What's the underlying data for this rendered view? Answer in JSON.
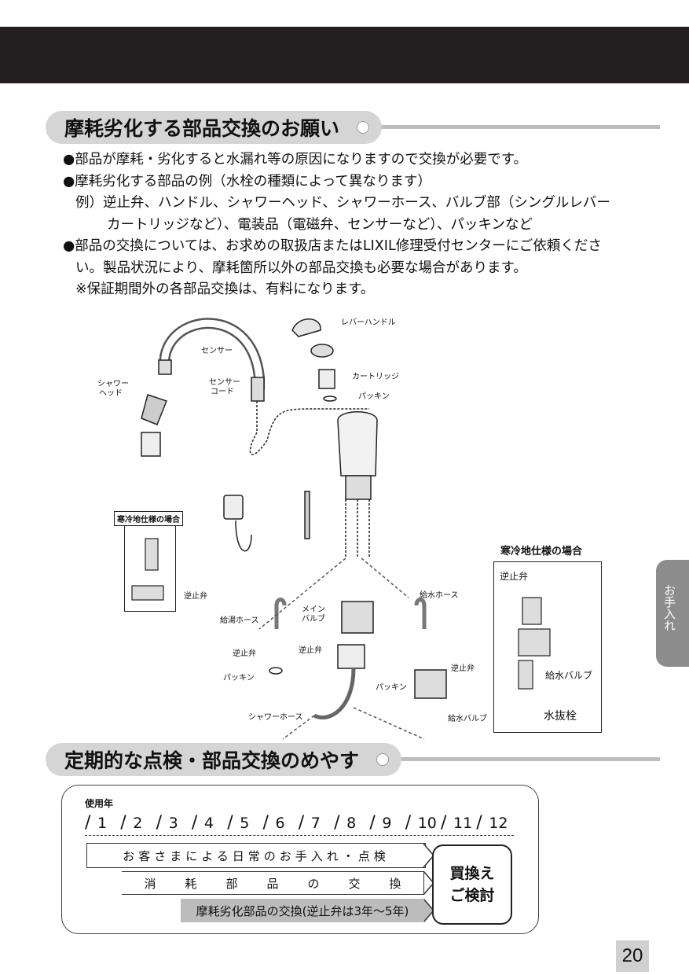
{
  "section1": {
    "title": "摩耗劣化する部品交換のお願い"
  },
  "notes": {
    "line1": "●部品が摩耗・劣化すると水漏れ等の原因になりますので交換が必要です。",
    "line2": "●摩耗劣化する部品の例（水栓の種類によって異なります）",
    "line3": "例）逆止弁、ハンドル、シャワーヘッド、シャワーホース、バルブ部（シングルレバー",
    "line4": "カートリッジなど）、電装品（電磁弁、センサーなど）、パッキンなど",
    "line5": "●部品の交換については、お求めの取扱店またはLIXIL修理受付センターにご依頼くださ",
    "line6": "い。製品状況により、摩耗箇所以外の部品交換も必要な場合があります。",
    "line7": "※保証期間外の各部品交換は、有料になります。"
  },
  "diagram": {
    "lever_handle": "レバーハンドル",
    "sensor": "センサー",
    "cartridge": "カートリッジ",
    "packing_top": "パッキン",
    "shower_head_1": "シャワー",
    "shower_head_2": "ヘッド",
    "sensor_cord_1": "センサー",
    "sensor_cord_2": "コード",
    "cold_spec_left": "寒冷地仕様の場合",
    "check_valve_left": "逆止弁",
    "hot_hose": "給湯ホース",
    "main_valve_1": "メイン",
    "main_valve_2": "バルブ",
    "water_hose": "給水ホース",
    "check_valve_a": "逆止弁",
    "check_valve_b": "逆止弁",
    "check_valve_c": "逆止弁",
    "packing_a": "パッキン",
    "packing_b": "パッキン",
    "shower_hose": "シャワーホース",
    "supply_valve": "給水バルブ",
    "cold_spec_right": "寒冷地仕様の場合",
    "check_valve_right": "逆止弁",
    "supply_valve_right": "給水バルブ",
    "drain_plug": "水抜栓"
  },
  "side_tab": {
    "text": "お手入れ"
  },
  "section2": {
    "title": "定期的な点検・部品交換のめやす"
  },
  "schedule": {
    "years_label": "使用年",
    "years": [
      "1",
      "2",
      "3",
      "4",
      "5",
      "6",
      "7",
      "8",
      "9",
      "10",
      "11",
      "12"
    ],
    "bar1": "お客さまによる日常のお手入れ・点検",
    "bar2": [
      "消",
      "耗",
      "部",
      "品",
      "の",
      "交",
      "換"
    ],
    "bar3": "摩耗劣化部品の交換(逆止弁は3年〜5年)",
    "replace_1": "買換え",
    "replace_2": "ご検討"
  },
  "page_number": "20"
}
